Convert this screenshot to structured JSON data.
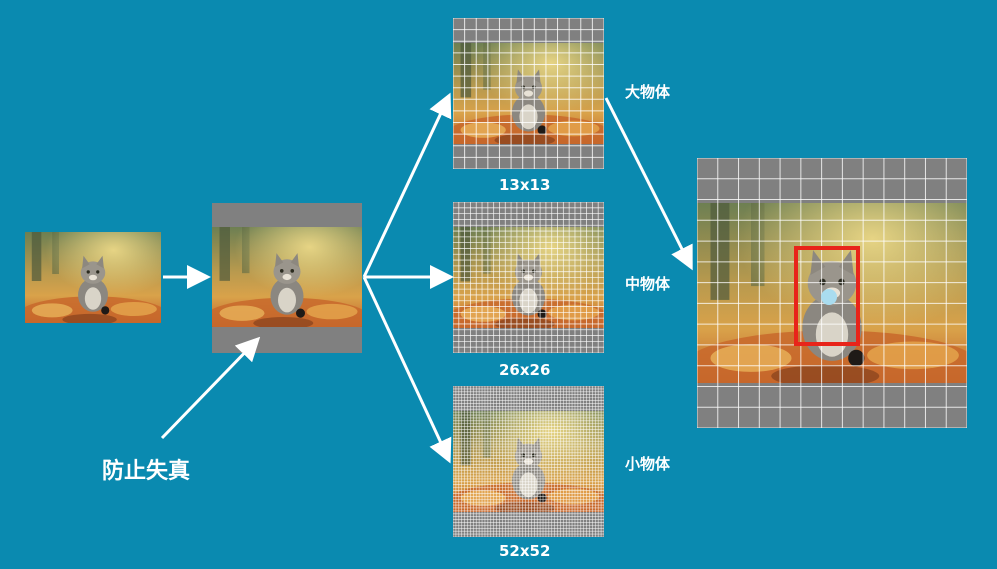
{
  "labels": {
    "prevent_distortion": "防止失真",
    "large_object": "大物体",
    "medium_object": "中物体",
    "small_object": "小物体"
  },
  "grids": {
    "g13": "13x13",
    "g26": "26x26",
    "g52": "52x52"
  },
  "colors": {
    "background": "#0a8ab0",
    "padding_gray": "#808080",
    "bbox_red": "#e8241a",
    "center_dot": "#a9dcef",
    "arrow": "#ffffff"
  }
}
